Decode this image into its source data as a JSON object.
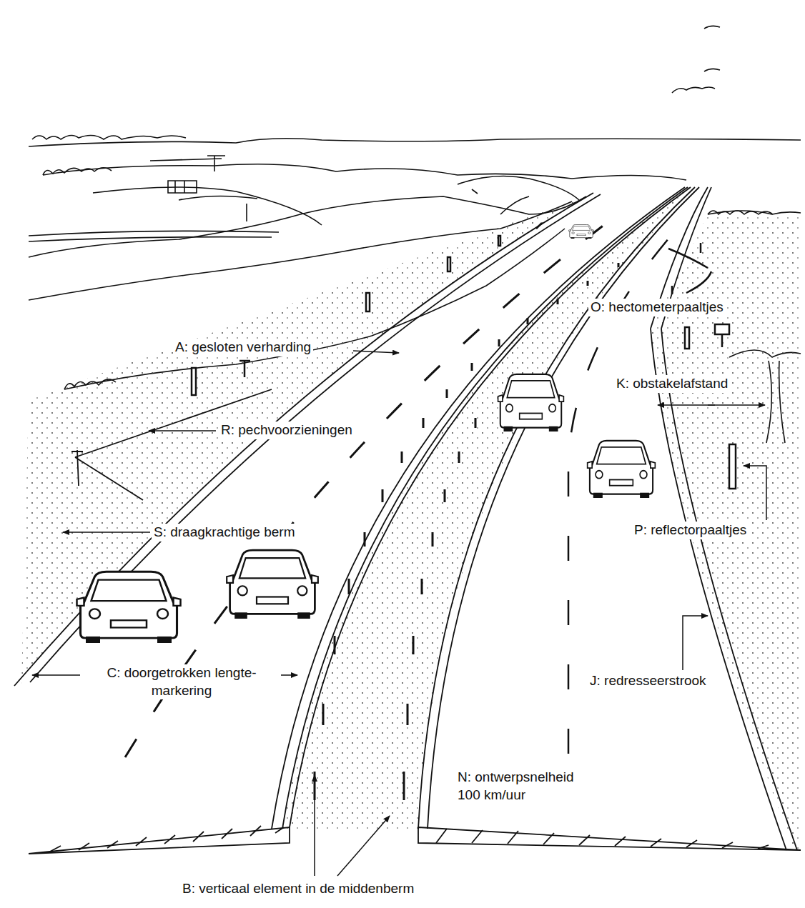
{
  "diagram": {
    "labels": [
      "O: hectometerpaaltjes",
      "A: gesloten verharding",
      "K: obstakelafstand",
      "R: pechvoorzieningen",
      "P: reflectorpaaltjes",
      "S: draagkrachtige berm",
      "C: doorgetrokken lengte- markering",
      "J: redresseerstrook",
      "N: ontwerpsnelheid 100 km/uur",
      "B: verticaal element in de middenberm"
    ]
  }
}
